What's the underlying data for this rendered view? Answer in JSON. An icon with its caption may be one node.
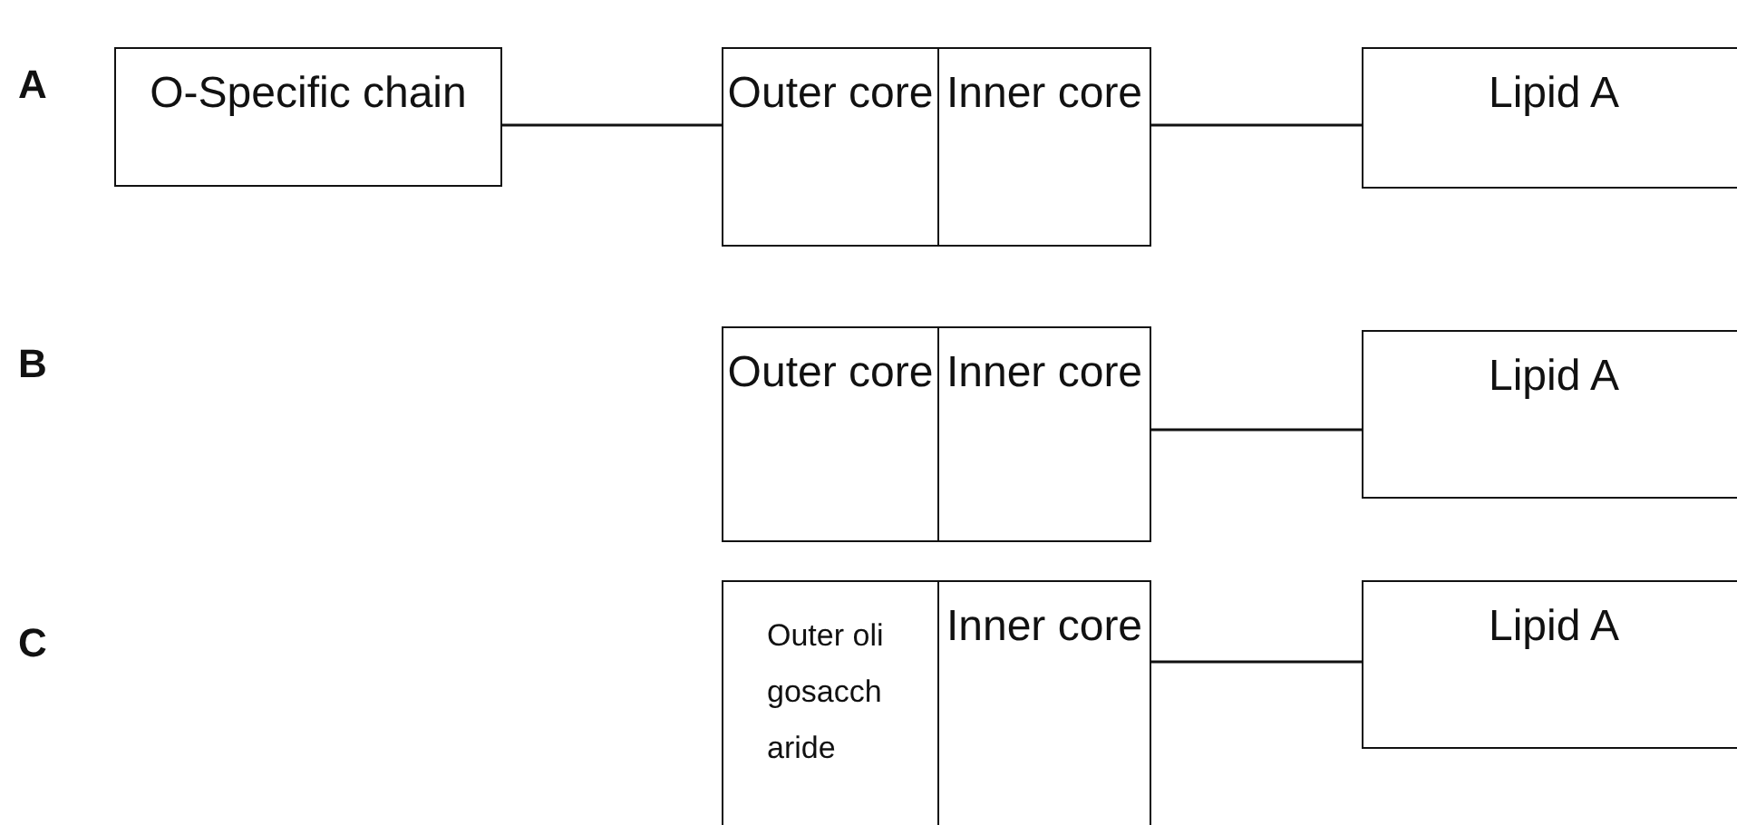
{
  "diagram": {
    "nodes": [
      {
        "text": [
          "O-Specific chain"
        ]
      },
      {
        "text": [
          "Outer core"
        ]
      },
      {
        "text": [
          "Inner core"
        ]
      },
      {
        "text": [
          "Lipid A"
        ]
      },
      {
        "text": [
          "Outer core"
        ]
      },
      {
        "text": [
          "Inner core"
        ]
      },
      {
        "text": [
          "Lipid A"
        ]
      },
      {
        "text": [
          "Outer oligosaccharide"
        ]
      },
      {
        "text": [
          "Inner core"
        ]
      },
      {
        "text": [
          "Lipid A"
        ]
      }
    ],
    "edges": [
      {
        "from": 0,
        "to": 1,
        "arrow": "none"
      },
      {
        "from": 2,
        "to": 3,
        "arrow": "none"
      },
      {
        "from": 5,
        "to": 6,
        "arrow": "none"
      },
      {
        "from": 8,
        "to": 9,
        "arrow": "none"
      }
    ],
    "labels": [
      "A",
      "B",
      "C"
    ]
  }
}
